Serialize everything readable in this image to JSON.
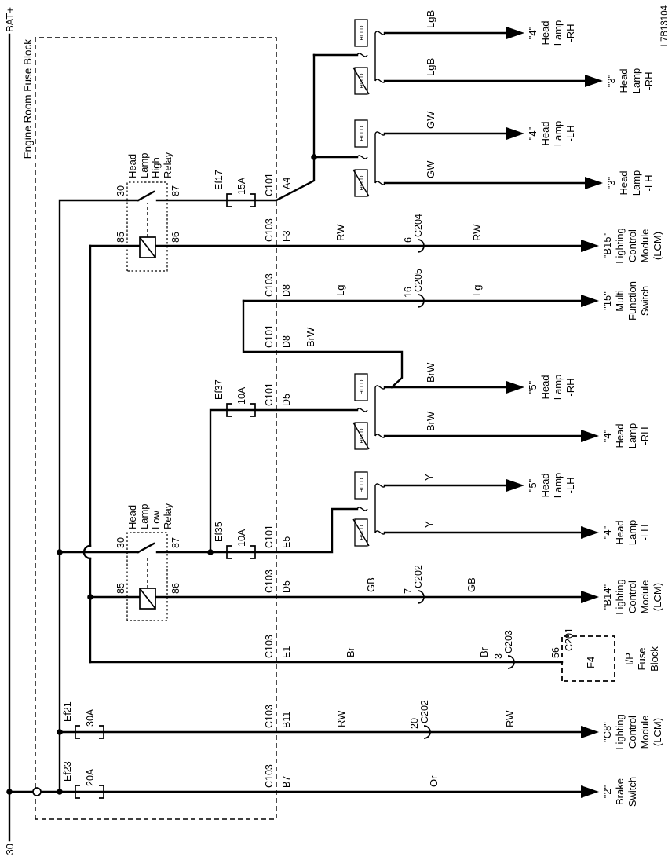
{
  "figure_number": "L7B13104",
  "power_rail": {
    "left_label": "30",
    "right_label": "BAT+"
  },
  "engine_room_fuse_block": {
    "label": "Engine Room Fuse Block"
  },
  "relays": {
    "high": {
      "name_lines": [
        "Head",
        "Lamp",
        "High",
        "Relay"
      ],
      "pin_30": "30",
      "pin_87": "87",
      "pin_85": "85",
      "pin_86": "86"
    },
    "low": {
      "name_lines": [
        "Head",
        "Lamp",
        "Low",
        "Relay"
      ],
      "pin_30": "30",
      "pin_87": "87",
      "pin_85": "85",
      "pin_86": "86"
    }
  },
  "fuses": {
    "ef17": {
      "name": "Ef17",
      "rating": "15A"
    },
    "ef37": {
      "name": "Ef37",
      "rating": "10A"
    },
    "ef35": {
      "name": "Ef35",
      "rating": "10A"
    },
    "ef21": {
      "name": "Ef21",
      "rating": "30A"
    },
    "ef23": {
      "name": "Ef23",
      "rating": "20A"
    }
  },
  "connector_crossings": {
    "a4": {
      "connector": "C101",
      "pin": "A4"
    },
    "f3": {
      "connector": "C103",
      "pin": "F3"
    },
    "d8c103": {
      "connector": "C103",
      "pin": "D8"
    },
    "d8c101": {
      "connector": "C101",
      "pin": "D8"
    },
    "d5c101": {
      "connector": "C101",
      "pin": "D5"
    },
    "e5": {
      "connector": "C101",
      "pin": "E5"
    },
    "d5c103": {
      "connector": "C103",
      "pin": "D5"
    },
    "e1": {
      "connector": "C103",
      "pin": "E1"
    },
    "b11": {
      "connector": "C103",
      "pin": "B11"
    },
    "b7": {
      "connector": "C103",
      "pin": "B7"
    }
  },
  "inline_connectors": {
    "c204": {
      "pin": "6",
      "name": "C204"
    },
    "c205": {
      "pin": "16",
      "name": "C205"
    },
    "c202a": {
      "pin": "7",
      "name": "C202"
    },
    "c203": {
      "pin": "3",
      "name": "C203"
    },
    "c202b": {
      "pin": "20",
      "name": "C202"
    }
  },
  "hlld_tag": "HLLD",
  "wires": {
    "lgb_rh4": "LgB",
    "lgb_rh3": "LgB",
    "gw_lh4": "GW",
    "gw_lh3": "GW",
    "rw_f3": "RW",
    "lg_d8": "Lg",
    "brw_d8": "BrW",
    "brw_rh5": "BrW",
    "brw_rh4": "BrW",
    "y_lh5": "Y",
    "y_lh4": "Y",
    "gb_d5": "GB",
    "br_e1": "Br",
    "rw_b11": "RW",
    "or_b7": "Or"
  },
  "destinations": {
    "hl4_rh": [
      "\"4\"",
      "Head",
      "Lamp",
      "-RH"
    ],
    "hl3_rh": [
      "\"3\"",
      "Head",
      "Lamp",
      "-RH"
    ],
    "hl4_lh": [
      "\"4\"",
      "Head",
      "Lamp",
      "-LH"
    ],
    "hl3_lh": [
      "\"3\"",
      "Head",
      "Lamp",
      "-LH"
    ],
    "b15_lcm": [
      "\"B15\"",
      "Lighting",
      "Control",
      "Module",
      "(LCM)"
    ],
    "mfs": [
      "\"15\"",
      "Multi",
      "Function",
      "Switch"
    ],
    "hl5_rh": [
      "\"5\"",
      "Head",
      "Lamp",
      "-RH"
    ],
    "hl4_rh_low": [
      "\"4\"",
      "Head",
      "Lamp",
      "-RH"
    ],
    "hl5_lh": [
      "\"5\"",
      "Head",
      "Lamp",
      "-LH"
    ],
    "hl4_lh_low": [
      "\"4\"",
      "Head",
      "Lamp",
      "-LH"
    ],
    "b14_lcm": [
      "\"B14\"",
      "Lighting",
      "Control",
      "Module",
      "(LCM)"
    ],
    "c8_lcm": [
      "\"C8\"",
      "Lighting",
      "Control",
      "Module",
      "(LCM)"
    ],
    "brake": [
      "\"2\"",
      "Brake",
      "Switch"
    ]
  },
  "ip_fuse_block": {
    "pin": "56",
    "connector": "C201",
    "fuse": "F4",
    "name_lines": [
      "I/P",
      "Fuse",
      "Block"
    ]
  }
}
